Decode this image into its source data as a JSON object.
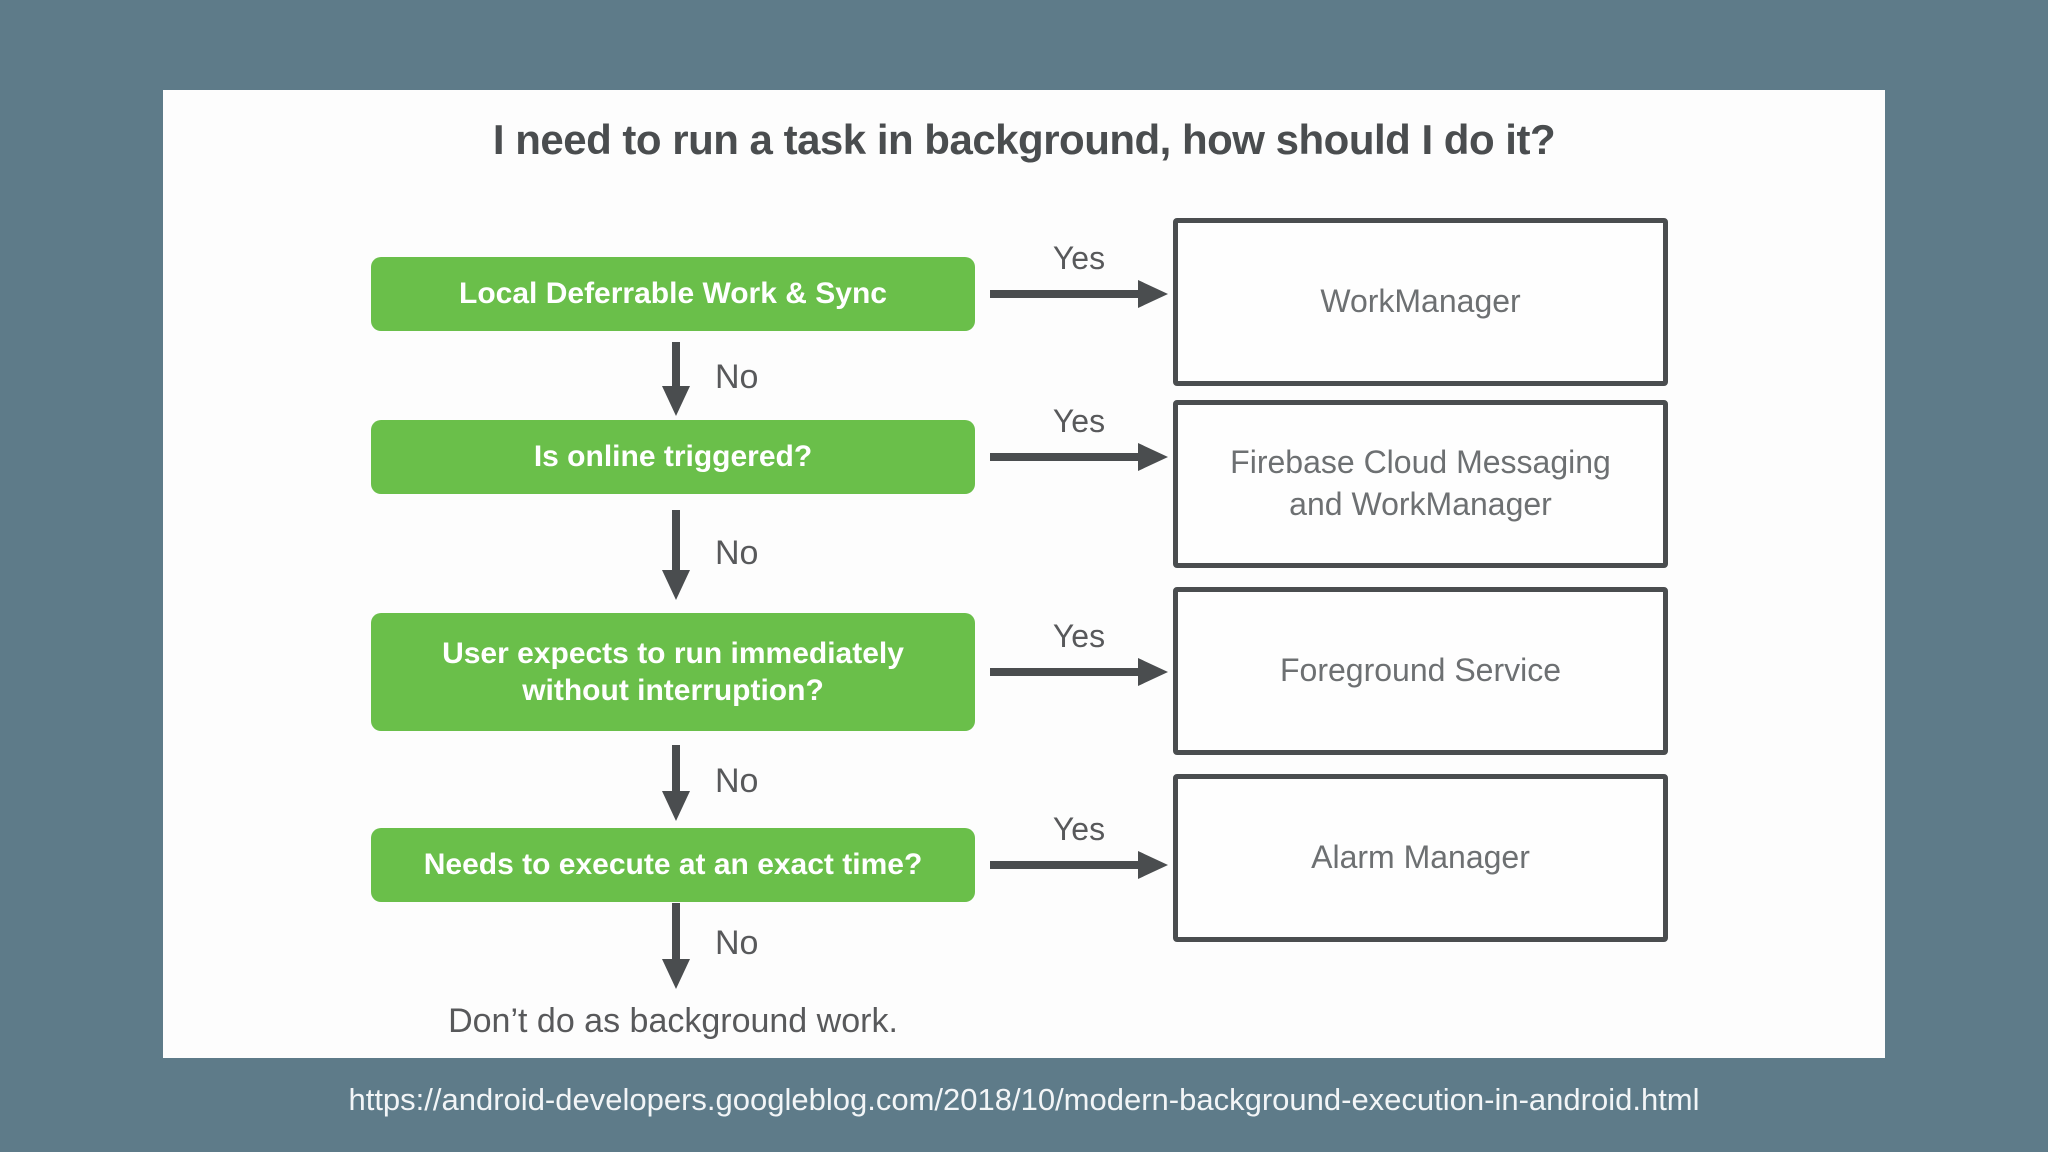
{
  "colors": {
    "background": "#5e7b89",
    "card": "#fdfdfd",
    "green": "#6abf4a",
    "ink": "#4a4d4f",
    "box_text": "#6d7072",
    "muted_text": "#58595b",
    "url_text": "#f2f5f7"
  },
  "title": "I need to run a task in background, how should I do it?",
  "flow": {
    "rows": [
      {
        "question": "Local Deferrable Work & Sync",
        "yes_label": "Yes",
        "no_label": "No",
        "answer": "WorkManager"
      },
      {
        "question": "Is online triggered?",
        "yes_label": "Yes",
        "no_label": "No",
        "answer": "Firebase Cloud Messaging and WorkManager"
      },
      {
        "question": "User expects to run immediately without interruption?",
        "yes_label": "Yes",
        "no_label": "No",
        "answer": "Foreground Service"
      },
      {
        "question": "Needs to execute at an exact time?",
        "yes_label": "Yes",
        "no_label": "No",
        "answer": "Alarm Manager"
      }
    ],
    "terminal": "Don’t do as background work."
  },
  "footer": {
    "url": "https://android-developers.googleblog.com/2018/10/modern-background-execution-in-android.html"
  }
}
